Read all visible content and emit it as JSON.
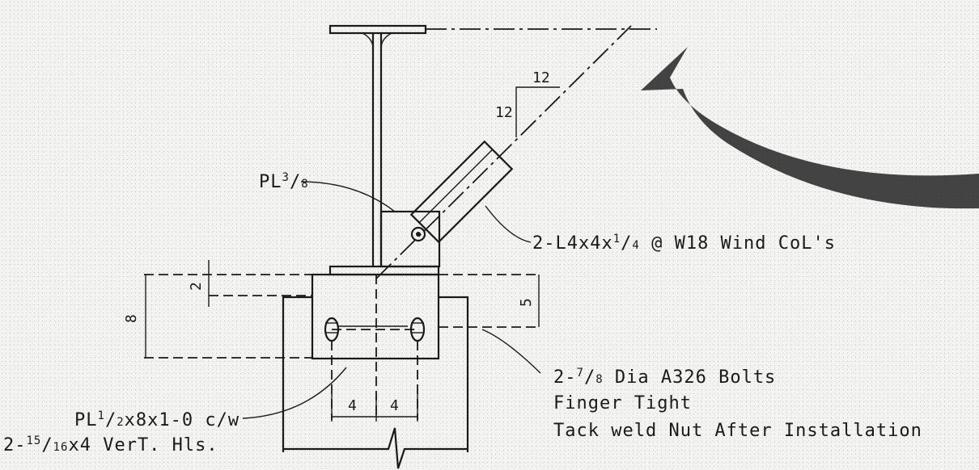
{
  "labels": {
    "pl_gusset_prefix": "PL",
    "pl_gusset_frac": "3",
    "pl_gusset_den": "8",
    "angles": "2-L4x4x",
    "angles_frac": "1",
    "angles_den": "4",
    "angles_suffix": " @ W18 Wind CoL's",
    "bolts_prefix": "2-",
    "bolts_frac": "7",
    "bolts_den": "8",
    "bolts_suffix": " Dia A326 Bolts",
    "finger_tight": "Finger Tight",
    "tack_weld": "Tack weld Nut After Installation",
    "plate_prefix": "PL",
    "plate_frac": "1",
    "plate_den": "2",
    "plate_suffix": "x8x1-0 c/w",
    "holes_prefix": "2-",
    "holes_frac": "15",
    "holes_den": "16",
    "holes_suffix": "x4 VerT. Hls."
  },
  "dimensions": {
    "slope_h": "12",
    "slope_v": "12",
    "dim_8": "8",
    "dim_2": "2",
    "dim_5": "5",
    "dim_4a": "4",
    "dim_4b": "4"
  },
  "colors": {
    "ink": "#1a1a1a",
    "paper": "#f3f3f1",
    "arrow": "#2a2a2a"
  }
}
